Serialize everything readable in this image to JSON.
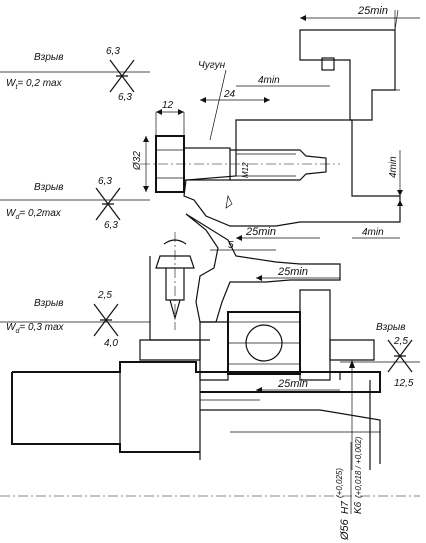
{
  "labels": {
    "dim_25min_top": "25min",
    "chugun": "Чугун",
    "dim_4min_upper": "4min",
    "dim_24": "24",
    "dim_12": "12",
    "dim_d32": "Ø32",
    "thread_m12": "M12",
    "dim_4min_right": "4min",
    "dim_25min_mid": "25min",
    "dim_5": "5",
    "dim_4min_mid": "4min",
    "dim_25min_lower": "25min",
    "dim_25min_bottom": "25min",
    "fit_diameter": "Ø56",
    "fit_h7": "H7",
    "fit_h7_tol": "(+0,025)",
    "fit_k6": "K6",
    "fit_k6_tol": "(+0,018 / +0,002)"
  },
  "callouts": [
    {
      "word": "Взрыв",
      "formula": "W",
      "sub": "t",
      "value": "= 0,2 max",
      "roughness_top": "6,3",
      "roughness_bottom": "6,3"
    },
    {
      "word": "Взрыв",
      "formula": "W",
      "sub": "d",
      "value": "= 0,2max",
      "roughness_top": "6,3",
      "roughness_bottom": "6,3"
    },
    {
      "word": "Взрыв",
      "formula": "W",
      "sub": "d",
      "value": "= 0,3 max",
      "roughness_top": "2,5",
      "roughness_bottom": "4,0"
    },
    {
      "word": "Взрыв",
      "roughness_top": "2,5",
      "roughness_bottom": "12,5"
    }
  ]
}
